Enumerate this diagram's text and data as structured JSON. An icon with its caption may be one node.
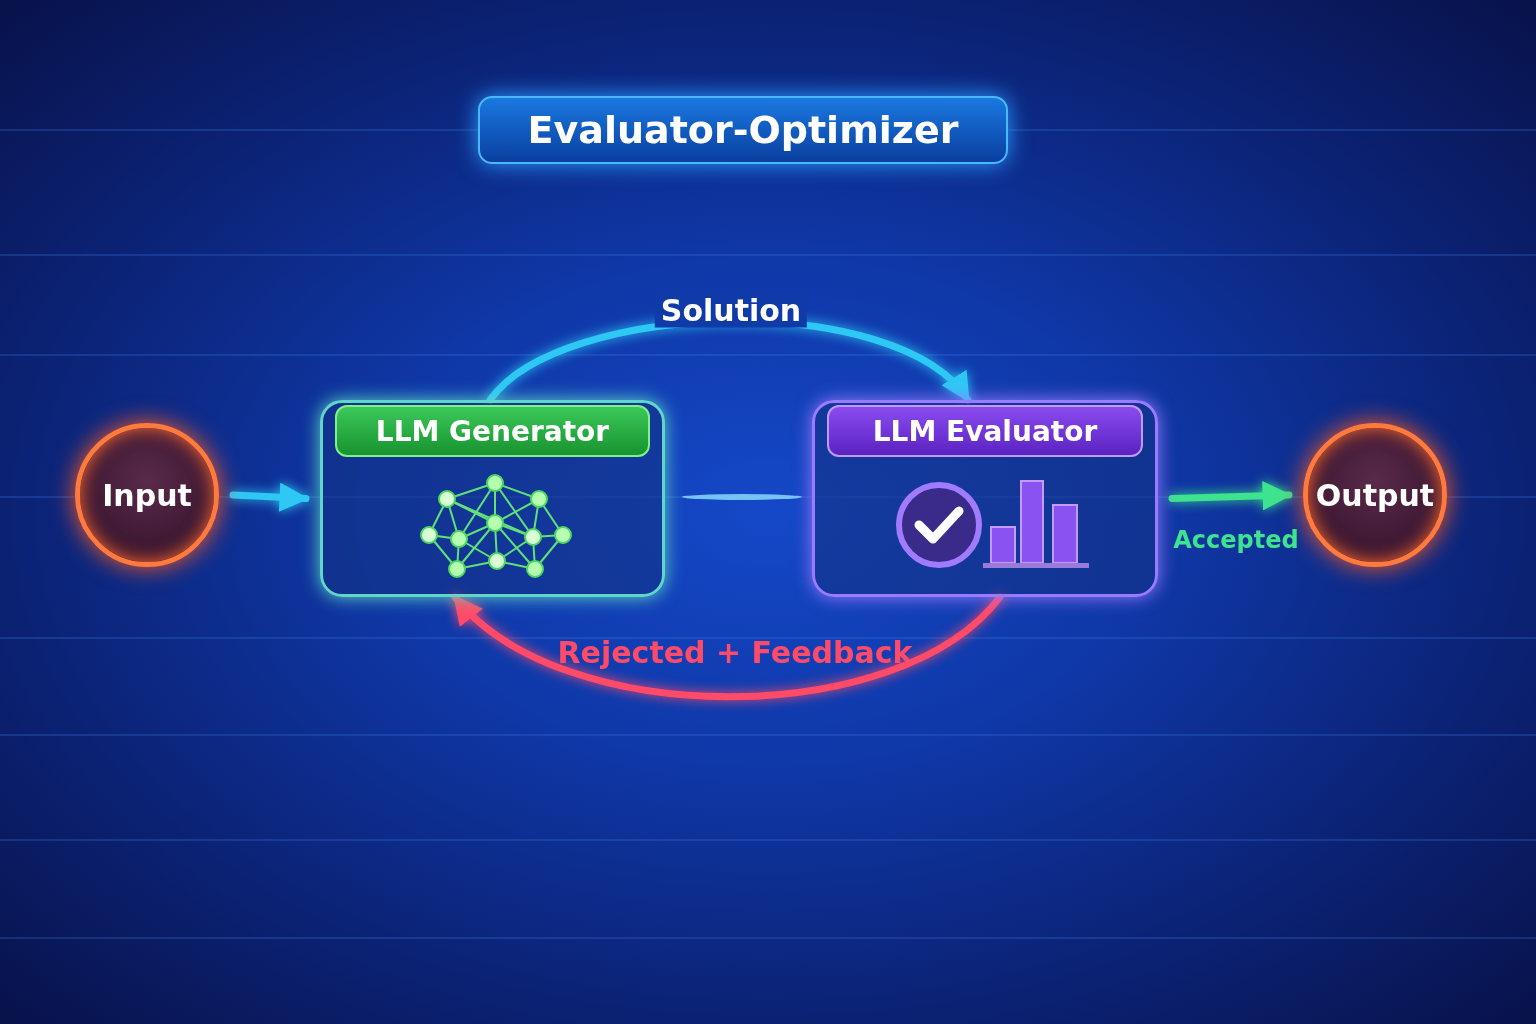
{
  "diagram": {
    "title": "Evaluator-Optimizer",
    "nodes": [
      {
        "text": [
          "Input"
        ]
      },
      {
        "text": [
          "LLM Generator"
        ]
      },
      {
        "text": [
          "LLM Evaluator"
        ]
      },
      {
        "text": [
          "Output"
        ]
      }
    ],
    "edges": [
      {
        "from": 0,
        "to": 1,
        "arrow": "to"
      },
      {
        "from": 1,
        "to": 2,
        "label": "Solution",
        "arrow": "to"
      },
      {
        "from": 2,
        "to": 1,
        "label": "Rejected + Feedback",
        "arrow": "to",
        "color": "#ff4a68"
      },
      {
        "from": 2,
        "to": 3,
        "label": "Accepted",
        "arrow": "to",
        "color": "#3de38f"
      }
    ]
  }
}
